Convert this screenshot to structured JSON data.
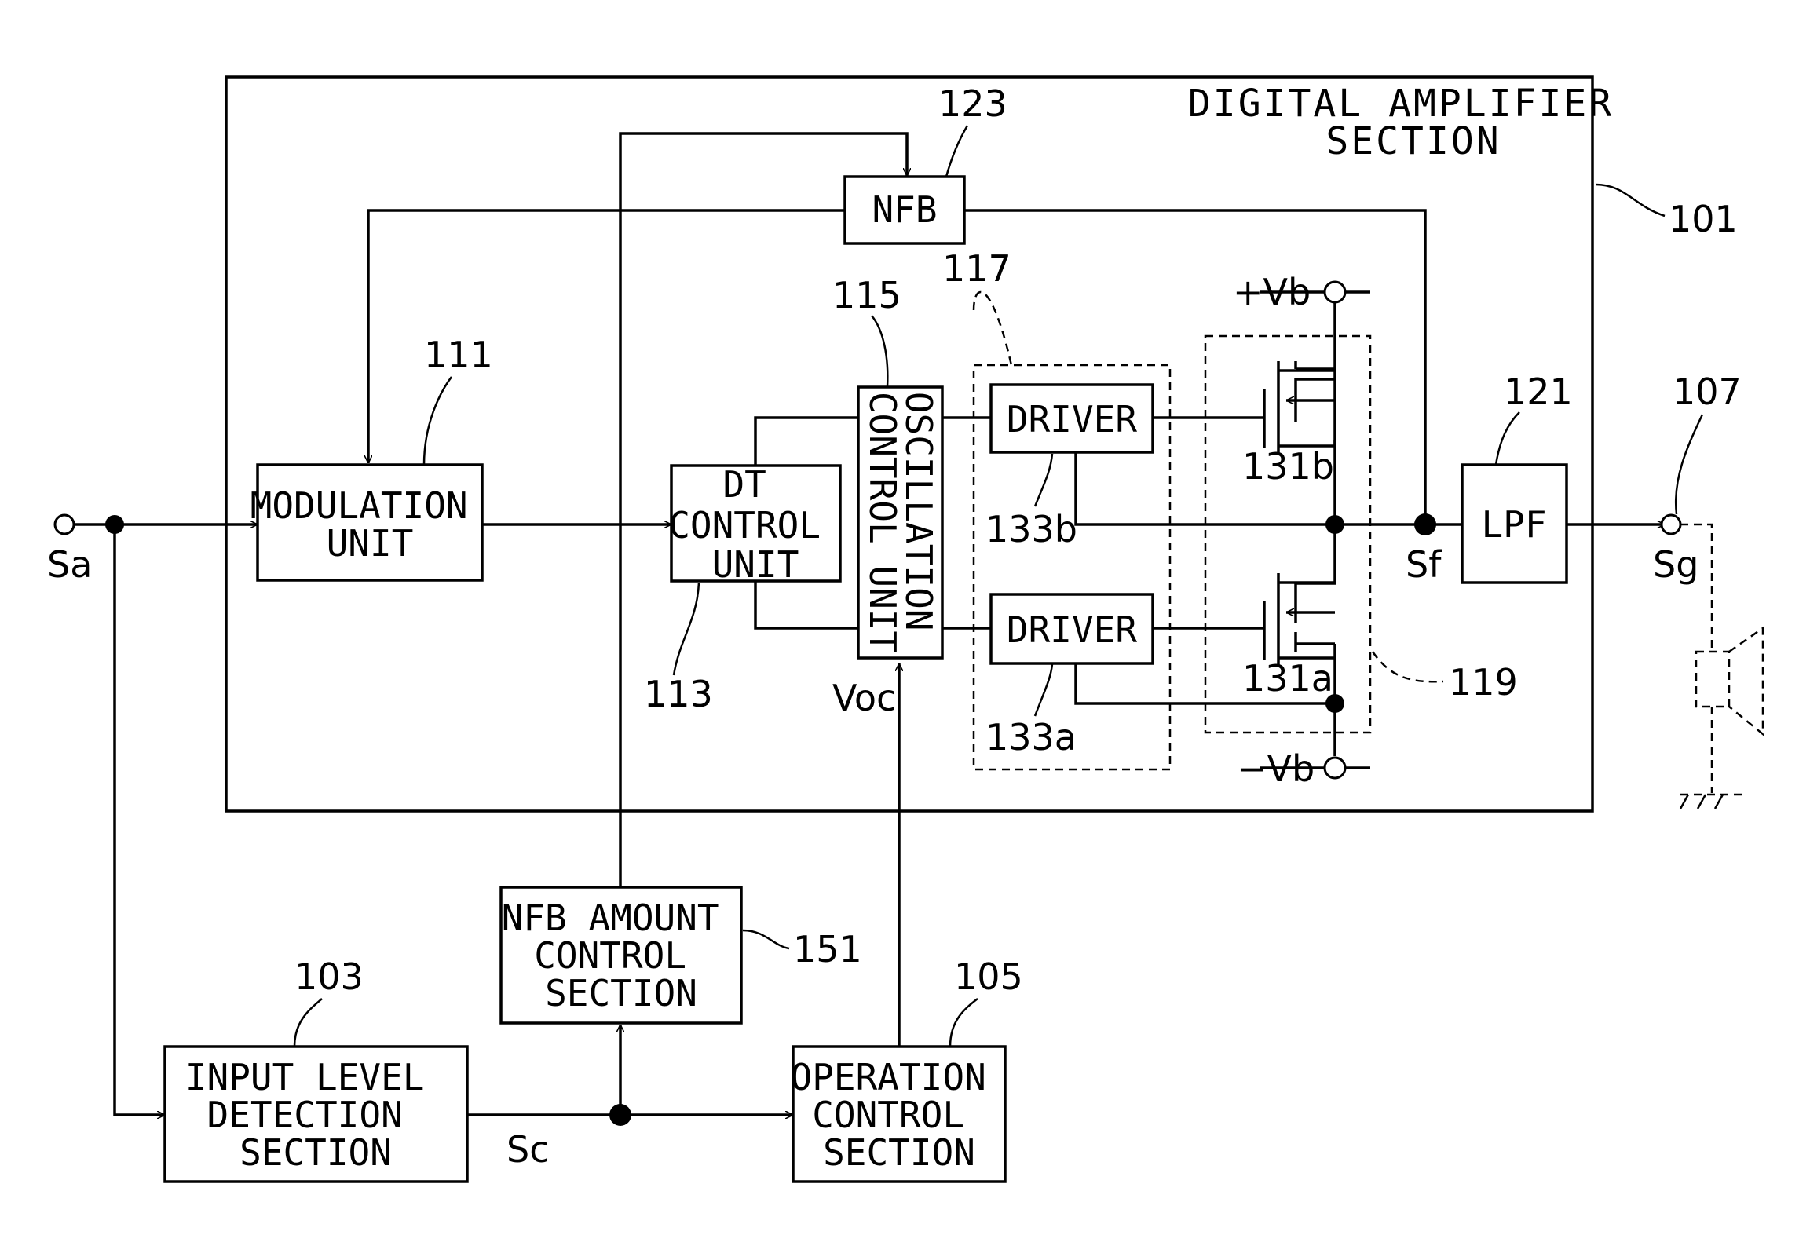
{
  "section_title": [
    "DIGITAL AMPLIFIER",
    "SECTION"
  ],
  "blocks": {
    "modulation": {
      "label": [
        "MODULATION",
        "UNIT"
      ],
      "ref": "111"
    },
    "dt_control": {
      "label": [
        "DT",
        "CONTROL",
        "UNIT"
      ],
      "ref": "113"
    },
    "oscillation": {
      "label": [
        "OSCILLATION",
        "CONTROL UNIT"
      ],
      "ref": "115"
    },
    "nfb": {
      "label": [
        "NFB"
      ],
      "ref": "123"
    },
    "driver_b": {
      "label": [
        "DRIVER"
      ],
      "ref": "133b"
    },
    "driver_a": {
      "label": [
        "DRIVER"
      ],
      "ref": "133a"
    },
    "lpf": {
      "label": [
        "LPF"
      ],
      "ref": "121"
    },
    "input_level": {
      "label": [
        "INPUT LEVEL",
        "DETECTION",
        "SECTION"
      ],
      "ref": "103"
    },
    "nfb_amount": {
      "label": [
        "NFB AMOUNT",
        "CONTROL",
        "SECTION"
      ],
      "ref": "151"
    },
    "operation": {
      "label": [
        "OPERATION",
        "CONTROL",
        "SECTION"
      ],
      "ref": "105"
    }
  },
  "refs": {
    "amp_section": "101",
    "driver_group": "117",
    "switch_group": "119",
    "output_terminal": "107",
    "fet_b": "131b",
    "fet_a": "131a"
  },
  "signals": {
    "sa": "Sa",
    "sc": "Sc",
    "sf": "Sf",
    "sg": "Sg",
    "voc": "Voc",
    "vb_pos": "+Vb",
    "vb_neg": "−Vb"
  }
}
